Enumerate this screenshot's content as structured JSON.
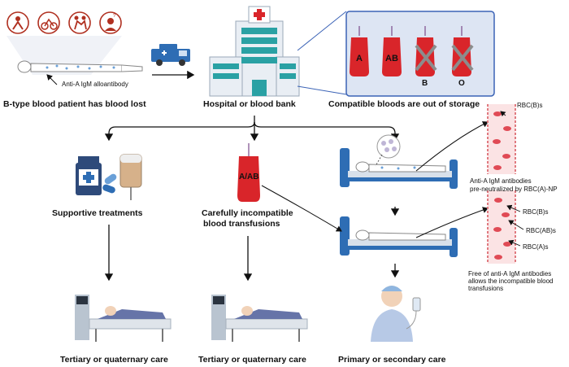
{
  "top": {
    "patient_caption": "B-type blood patient has blood lost",
    "antibody_label": "Anti-A IgM alloantibody",
    "hospital_caption": "Hospital or blood bank",
    "storage_caption": "Compatible bloods are out of storage",
    "bags": [
      {
        "label": "A",
        "available": true
      },
      {
        "label": "AB",
        "available": true
      },
      {
        "label": "B",
        "available": false
      },
      {
        "label": "O",
        "available": false
      }
    ]
  },
  "paths": {
    "supportive": {
      "caption": "Supportive treatments",
      "outcome": "Tertiary or quaternary care"
    },
    "incompatible": {
      "bag_label": "A/AB",
      "caption_line1": "Carefully incompatible",
      "caption_line2": "blood transfusions",
      "outcome": "Tertiary or quaternary care"
    },
    "neutralized": {
      "vessel1_label": "RBC(B)s",
      "vessel1_note_line1": "Anti-A IgM antibodies",
      "vessel1_note_line2": "pre-neutralized by RBC(A)-NP",
      "vessel2_labels": [
        "RBC(B)s",
        "RBC(AB)s",
        "RBC(A)s"
      ],
      "vessel2_note_line1": "Free of anti-A IgM antibodies",
      "vessel2_note_line2": "allows the incompatible blood",
      "vessel2_note_line3": "transfusions",
      "outcome": "Primary or secondary care"
    }
  },
  "colors": {
    "bag_red": "#d9252a",
    "bed_blue": "#2e6db4",
    "panel_blue": "#3b63b6",
    "panel_fill": "#dde5f3",
    "vessel_pink": "#f4c9cc"
  }
}
